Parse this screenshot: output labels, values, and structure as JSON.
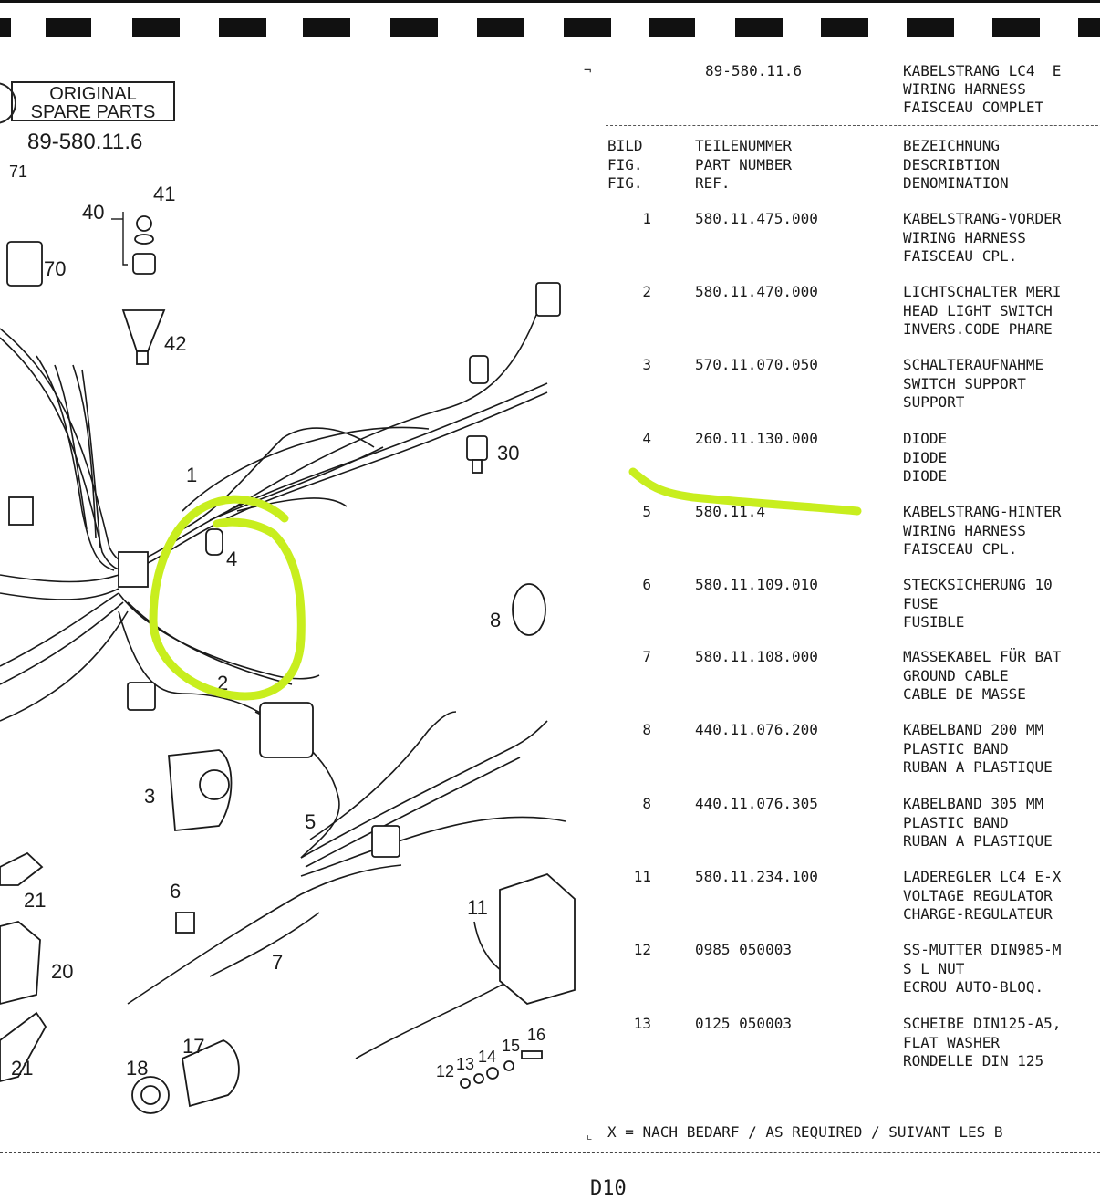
{
  "brand": {
    "line1": "ORIGINAL",
    "line2": "SPARE PARTS"
  },
  "doc_number": "89-580.11.6",
  "header": {
    "part_number": "89-580.11.6",
    "title_lines": "KABELSTRANG LC4  E\nWIRING HARNESS\nFAISCEAU COMPLET"
  },
  "columns": {
    "ref": "BILD\nFIG.\nFIG.",
    "part": "TEILENUMMER\nPART NUMBER\nREF.",
    "desc": "BEZEICHNUNG\nDESCRIBTION\nDENOMINATION"
  },
  "rows": [
    {
      "ref": "1",
      "part": "580.11.475.000",
      "desc": "KABELSTRANG-VORDER\nWIRING HARNESS\nFAISCEAU CPL."
    },
    {
      "ref": "2",
      "part": "580.11.470.000",
      "desc": "LICHTSCHALTER MERI\nHEAD LIGHT SWITCH\nINVERS.CODE PHARE"
    },
    {
      "ref": "3",
      "part": "570.11.070.050",
      "desc": "SCHALTERAUFNAHME\nSWITCH SUPPORT\nSUPPORT"
    },
    {
      "ref": "4",
      "part": "260.11.130.000",
      "desc": "DIODE\nDIODE\nDIODE"
    },
    {
      "ref": "5",
      "part": "580.11.4",
      "desc": "KABELSTRANG-HINTER\nWIRING HARNESS\nFAISCEAU CPL."
    },
    {
      "ref": "6",
      "part": "580.11.109.010",
      "desc": "STECKSICHERUNG 10\nFUSE\nFUSIBLE"
    },
    {
      "ref": "7",
      "part": "580.11.108.000",
      "desc": "MASSEKABEL FÜR BAT\nGROUND CABLE\nCABLE DE MASSE"
    },
    {
      "ref": "8",
      "part": "440.11.076.200",
      "desc": "KABELBAND 200 MM\nPLASTIC BAND\nRUBAN A PLASTIQUE"
    },
    {
      "ref": "8",
      "part": "440.11.076.305",
      "desc": "KABELBAND 305 MM\nPLASTIC BAND\nRUBAN A PLASTIQUE"
    },
    {
      "ref": "11",
      "part": "580.11.234.100",
      "desc": "LADEREGLER LC4 E-X\nVOLTAGE REGULATOR\nCHARGE-REGULATEUR"
    },
    {
      "ref": "12",
      "part": "0985 050003",
      "desc": "SS-MUTTER DIN985-M\nS L NUT\nECROU AUTO-BLOQ."
    },
    {
      "ref": "13",
      "part": "0125 050003",
      "desc": "SCHEIBE DIN125-A5,\nFLAT WASHER\nRONDELLE DIN 125"
    }
  ],
  "footnote": "X = NACH BEDARF / AS REQUIRED / SUIVANT LES B",
  "page": "D10",
  "callouts": [
    {
      "label": "71",
      "id": "71"
    },
    {
      "label": "41",
      "id": "41"
    },
    {
      "label": "40",
      "id": "40"
    },
    {
      "label": "70",
      "id": "70"
    },
    {
      "label": "42",
      "id": "42"
    },
    {
      "label": "30",
      "id": "30"
    },
    {
      "label": "1",
      "id": "1"
    },
    {
      "label": "4",
      "id": "4"
    },
    {
      "label": "8",
      "id": "8"
    },
    {
      "label": "2",
      "id": "2"
    },
    {
      "label": "3",
      "id": "3"
    },
    {
      "label": "5",
      "id": "5"
    },
    {
      "label": "21",
      "id": "21a"
    },
    {
      "label": "6",
      "id": "6"
    },
    {
      "label": "11",
      "id": "11"
    },
    {
      "label": "20",
      "id": "20"
    },
    {
      "label": "7",
      "id": "7"
    },
    {
      "label": "21",
      "id": "21b"
    },
    {
      "label": "17",
      "id": "17"
    },
    {
      "label": "18",
      "id": "18"
    },
    {
      "label": "16",
      "id": "16"
    },
    {
      "label": "15",
      "id": "15"
    },
    {
      "label": "14",
      "id": "14"
    },
    {
      "label": "13",
      "id": "13"
    },
    {
      "label": "12",
      "id": "12"
    }
  ],
  "highlight_color": "#c8ee1e",
  "ink_color": "#1a1a1a"
}
